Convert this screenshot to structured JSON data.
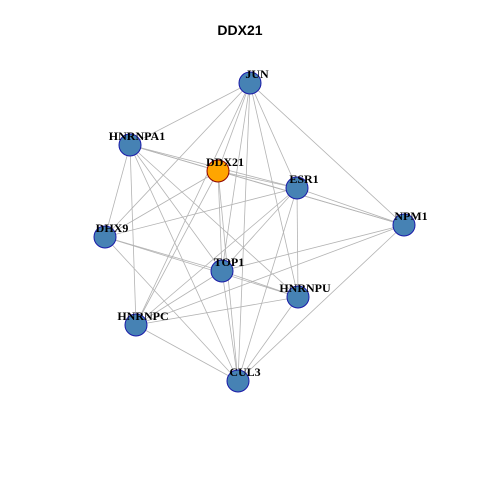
{
  "title": "DDX21",
  "colors": {
    "node_fill": "#4682B4",
    "node_stroke": "#1a1aa8",
    "focus_fill": "#FFA500",
    "focus_stroke": "#8B0000",
    "edge": "#b3b3b3"
  },
  "nodes": [
    {
      "id": "JUN",
      "label": "JUN",
      "focus": false
    },
    {
      "id": "HNRNPA1",
      "label": "HNRNPA1",
      "focus": false
    },
    {
      "id": "DDX21",
      "label": "DDX21",
      "focus": true
    },
    {
      "id": "ESR1",
      "label": "ESR1",
      "focus": false
    },
    {
      "id": "NPM1",
      "label": "NPM1",
      "focus": false
    },
    {
      "id": "DHX9",
      "label": "DHX9",
      "focus": false
    },
    {
      "id": "TOP1",
      "label": "TOP1",
      "focus": false
    },
    {
      "id": "HNRNPU",
      "label": "HNRNPU",
      "focus": false
    },
    {
      "id": "HNRNPC",
      "label": "HNRNPC",
      "focus": false
    },
    {
      "id": "CUL3",
      "label": "CUL3",
      "focus": false
    }
  ],
  "edges": [
    [
      "JUN",
      "HNRNPA1"
    ],
    [
      "JUN",
      "DDX21"
    ],
    [
      "JUN",
      "ESR1"
    ],
    [
      "JUN",
      "NPM1"
    ],
    [
      "JUN",
      "DHX9"
    ],
    [
      "JUN",
      "TOP1"
    ],
    [
      "JUN",
      "HNRNPU"
    ],
    [
      "JUN",
      "HNRNPC"
    ],
    [
      "JUN",
      "CUL3"
    ],
    [
      "HNRNPA1",
      "DDX21"
    ],
    [
      "HNRNPA1",
      "ESR1"
    ],
    [
      "HNRNPA1",
      "NPM1"
    ],
    [
      "HNRNPA1",
      "DHX9"
    ],
    [
      "HNRNPA1",
      "TOP1"
    ],
    [
      "HNRNPA1",
      "HNRNPU"
    ],
    [
      "HNRNPA1",
      "HNRNPC"
    ],
    [
      "HNRNPA1",
      "CUL3"
    ],
    [
      "DDX21",
      "ESR1"
    ],
    [
      "DDX21",
      "NPM1"
    ],
    [
      "DDX21",
      "DHX9"
    ],
    [
      "DDX21",
      "TOP1"
    ],
    [
      "DDX21",
      "HNRNPC"
    ],
    [
      "DDX21",
      "CUL3"
    ],
    [
      "ESR1",
      "NPM1"
    ],
    [
      "ESR1",
      "DHX9"
    ],
    [
      "ESR1",
      "TOP1"
    ],
    [
      "ESR1",
      "HNRNPU"
    ],
    [
      "ESR1",
      "HNRNPC"
    ],
    [
      "ESR1",
      "CUL3"
    ],
    [
      "NPM1",
      "TOP1"
    ],
    [
      "NPM1",
      "HNRNPC"
    ],
    [
      "NPM1",
      "CUL3"
    ],
    [
      "DHX9",
      "TOP1"
    ],
    [
      "DHX9",
      "HNRNPU"
    ],
    [
      "DHX9",
      "CUL3"
    ],
    [
      "TOP1",
      "HNRNPU"
    ],
    [
      "TOP1",
      "HNRNPC"
    ],
    [
      "TOP1",
      "CUL3"
    ],
    [
      "HNRNPU",
      "HNRNPC"
    ],
    [
      "HNRNPU",
      "CUL3"
    ],
    [
      "HNRNPC",
      "CUL3"
    ]
  ]
}
